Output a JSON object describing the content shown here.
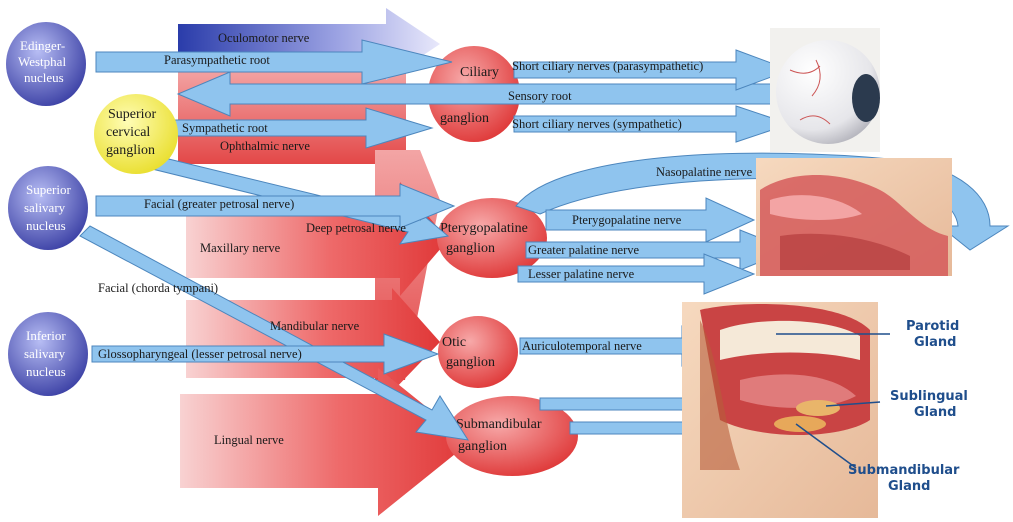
{
  "nuclei": {
    "edinger_westphal": [
      "Edinger-",
      "Westphal",
      "nucleus"
    ],
    "superior_cervical": [
      "Superior",
      "cervical",
      "ganglion"
    ],
    "superior_salivary": [
      "Superior",
      "salivary",
      "nucleus"
    ],
    "inferior_salivary": [
      "Inferior",
      "salivary",
      "nucleus"
    ]
  },
  "ganglia": {
    "ciliary": [
      "Ciliary",
      "ganglion"
    ],
    "pterygopalatine": [
      "Pterygopalatine",
      "ganglion"
    ],
    "otic": [
      "Otic",
      "ganglion"
    ],
    "submandibular": [
      "Submandibular",
      "ganglion"
    ]
  },
  "nerves": {
    "oculomotor": "Oculomotor nerve",
    "parasympathetic_root": "Parasympathetic root",
    "sensory_root": "Sensory root",
    "sympathetic_root": "Sympathetic root",
    "ophthalmic": "Ophthalmic nerve",
    "short_ciliary_para": "Short ciliary nerves (parasympathetic)",
    "short_ciliary_symp": "Short ciliary nerves (sympathetic)",
    "nasopalatine": "Nasopalatine nerve",
    "facial_greater_petrosal": "Facial (greater petrosal nerve)",
    "deep_petrosal": "Deep petrosal nerve",
    "maxillary": "Maxillary nerve",
    "pterygopalatine_nerve": "Pterygopalatine nerve",
    "greater_palatine": "Greater palatine nerve",
    "lesser_palatine": "Lesser palatine nerve",
    "facial_chorda": "Facial (chorda  tympani)",
    "mandibular": "Mandibular nerve",
    "glossopharyngeal": "Glossopharyngeal (lesser petrosal nerve)",
    "auriculotemporal": "Auriculotemporal nerve",
    "lingual": "Lingual nerve"
  },
  "glands": {
    "parotid": [
      "Parotid",
      "Gland"
    ],
    "sublingual": [
      "Sublingual",
      "Gland"
    ],
    "submandibular": [
      "Submandibular",
      "Gland"
    ]
  },
  "colors": {
    "blue_arrow": "#8fc4ee",
    "blue_arrow_stroke": "#4c86bd",
    "red_arrow": "#e8474a",
    "red_arrow_light": "#f7c4c4",
    "nucleus_blue": "#4a4fb0",
    "ganglion_red": "#e23b3b",
    "cervical_yellow": "#f2ea3a",
    "gland_label": "#1f4e8c"
  }
}
